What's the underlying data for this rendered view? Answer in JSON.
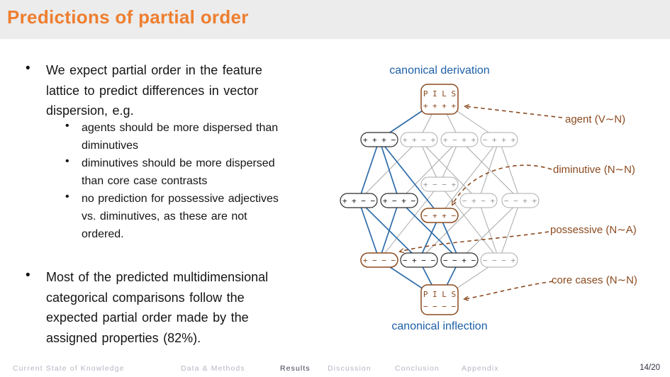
{
  "slide": {
    "title": "Predictions of partial order"
  },
  "icons": {
    "bullet": "•"
  },
  "bullets": {
    "b1": "We expect partial order in the feature\nlattice to predict differences in vector\ndispersion, e.g.",
    "b1_sub": [
      "agents should be more dispersed than\ndiminutives",
      "diminutives should be more dispersed\nthan core case contrasts",
      "no prediction for possessive adjectives\nvs. diminutives, as these are not\nordered."
    ],
    "b2": "Most of the predicted multidimensional\ncategorical comparisons follow the\nexpected partial order made by the\nassigned properties (82%)."
  },
  "diagram": {
    "caption_top": "canonical derivation",
    "caption_bottom": "canonical inflection",
    "annotations": {
      "agent": "agent (V∼N)",
      "diminutive": "diminutive (N∼N)",
      "possessive": "possessive (N∼A)",
      "core": "core cases (N∼N)"
    },
    "nodes": {
      "top_l1": "P I L S",
      "top_l2": "+ + + +",
      "bot_l1": "P I L S",
      "bot_l2": "− − − −",
      "pppm": "+ + + −",
      "ppmp": "+ + − +",
      "pmpp": "+ − + +",
      "mppp": "− + + +",
      "ppmm": "+ + − −",
      "pmpm": "+ − + −",
      "pmmp": "+ − − +",
      "mppm": "− + + −",
      "mpmp": "− + − +",
      "mmpp": "− − + +",
      "pmmm": "+ − − −",
      "mpmm": "− + − −",
      "mmpm": "− − + −",
      "mmmp": "− − − +"
    }
  },
  "footer": {
    "items": [
      {
        "label": "Current State of Knowledge",
        "active": false
      },
      {
        "label": "Data & Methods",
        "active": false
      },
      {
        "label": "Results",
        "active": true
      },
      {
        "label": "Discussion",
        "active": false
      },
      {
        "label": "Conclusion",
        "active": false
      },
      {
        "label": "Appendix",
        "active": false
      }
    ],
    "page": "14/20"
  },
  "colors": {
    "accent_orange": "#ee7e2f",
    "caption_blue": "#1e5fa8",
    "edge_blue": "#2e6ca8",
    "annotation_brown": "#8b4a1f",
    "edge_gray": "#a8a8a8",
    "header_bg": "#ececec",
    "footer_inactive": "#b4b7c4",
    "footer_active": "#3a3e52"
  }
}
